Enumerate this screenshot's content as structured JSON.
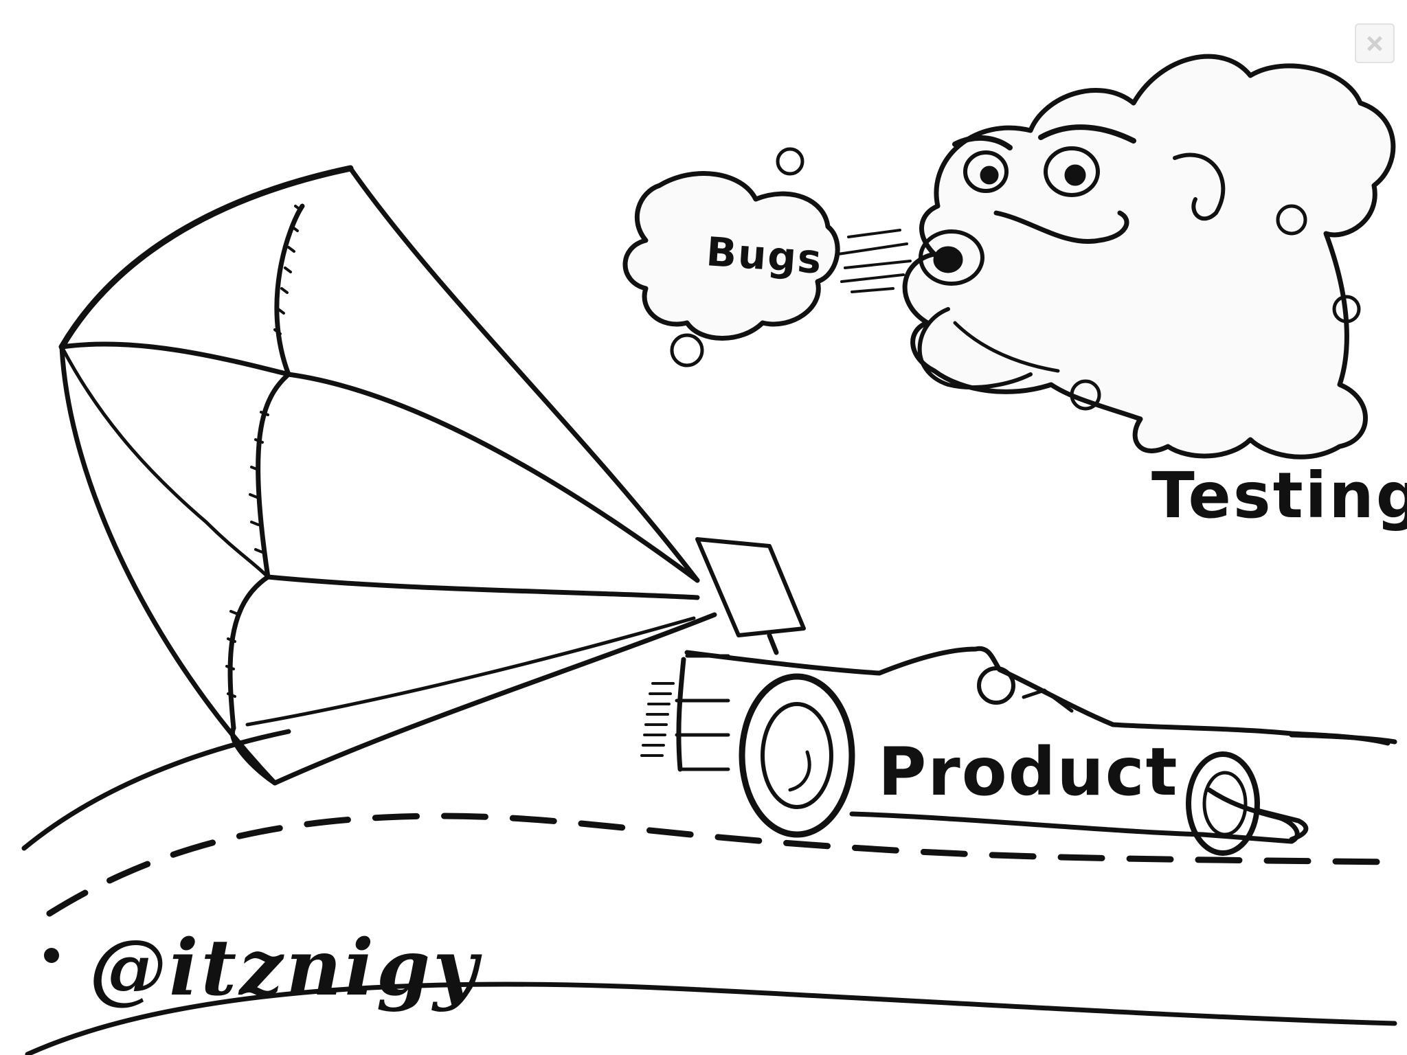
{
  "labels": {
    "bugs": "Bugs",
    "testing": "Testing",
    "product": "Product",
    "handle": "@itznigy"
  },
  "icons": [
    "close-icon",
    "wind-cloud-face",
    "race-car",
    "parachute",
    "road",
    "bullet-dot"
  ],
  "colors": {
    "ink": "#111111",
    "background": "#ffffff",
    "cloud_shade": "#e8e8e8"
  }
}
